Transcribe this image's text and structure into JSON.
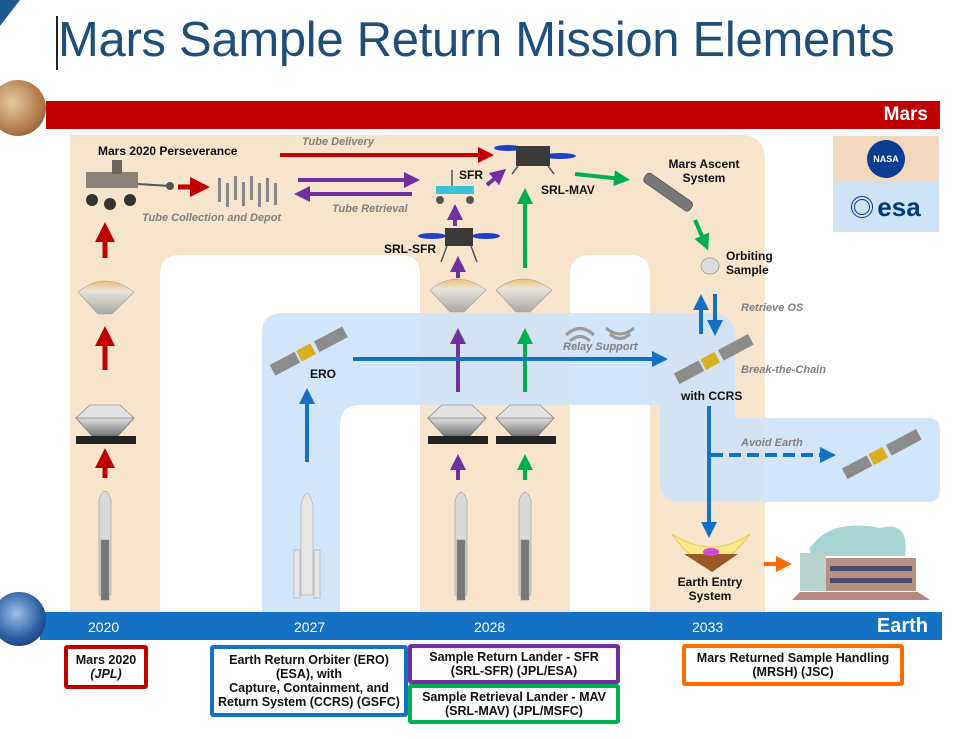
{
  "title": "Mars Sample Return Mission Elements",
  "bands": {
    "mars": "Mars",
    "earth": "Earth"
  },
  "years": [
    "2020",
    "2027",
    "2028",
    "2033"
  ],
  "labels": {
    "perseverance": "Mars 2020 Perseverance",
    "sfr": "SFR",
    "srl_sfr": "SRL-SFR",
    "srl_mav": "SRL-MAV",
    "mars_ascent": [
      "Mars Ascent",
      "System"
    ],
    "orbiting_sample": [
      "Orbiting",
      "Sample"
    ],
    "ero": "ERO",
    "with_ccrs": "with CCRS",
    "earth_entry": [
      "Earth Entry",
      "System"
    ]
  },
  "flow_labels": {
    "tube_delivery": "Tube Delivery",
    "tube_retrieval": "Tube Retrieval",
    "tube_collection": "Tube Collection and Depot",
    "relay_support": "Relay Support",
    "retrieve_os": "Retrieve OS",
    "break_chain": "Break-the-Chain",
    "avoid_earth": "Avoid Earth"
  },
  "legend_boxes": [
    {
      "line1": "Mars 2020",
      "line2": "(JPL)",
      "color": "#c00000"
    },
    {
      "line1": "Earth Return Orbiter (ERO)",
      "line2": "(ESA), with",
      "line3": "Capture, Containment, and",
      "line4": "Return System (CCRS) (GSFC)",
      "color": "#1571c4"
    },
    {
      "line1": "Sample Return Lander - SFR",
      "line2": "(SRL-SFR) (JPL/ESA)",
      "color": "#7030a0"
    },
    {
      "line1": "Sample Retrieval Lander - MAV",
      "line2": "(SRL-MAV) (JPL/MSFC)",
      "color": "#00b050"
    },
    {
      "line1": "Mars Returned Sample Handling",
      "line2": "(MRSH) (JSC)",
      "color": "#ff6a00"
    }
  ],
  "logos": {
    "nasa": "NASA",
    "esa": "esa"
  },
  "colors": {
    "mars_red": "#c00000",
    "earth_blue": "#1571c4",
    "sfr_purple": "#7030a0",
    "mav_green": "#00b050",
    "mrsh_orange": "#ff6a00",
    "mars_zone": "#f6e5cc",
    "space_zone": "#cfe3f7"
  }
}
